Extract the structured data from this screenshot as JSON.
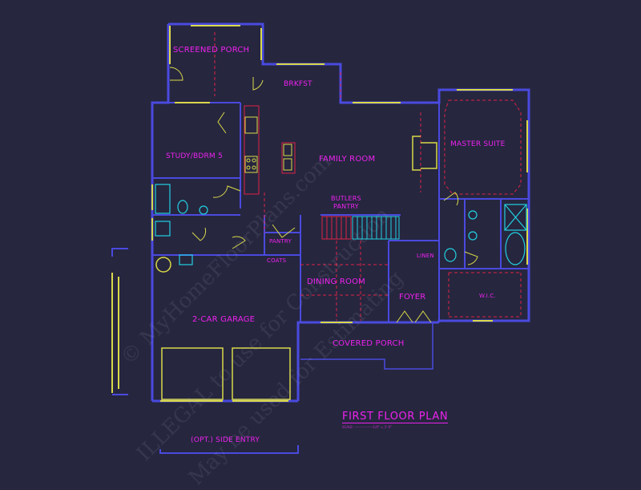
{
  "plan": {
    "title": "FIRST FLOOR PLAN",
    "scale": "SCALE: ----------------1/4\" = 1'-0\"",
    "rooms": {
      "screened_porch": "SCREENED PORCH",
      "brkfst": "BRKFST",
      "study": "STUDY/BDRM 5",
      "family": "FAMILY ROOM",
      "master": "MASTER SUITE",
      "butlers": "BUTLERS",
      "butlers_pantry": "PANTRY",
      "pantry": "PANTRY",
      "coats": "COATS",
      "linen": "LINEN",
      "dining": "DINING ROOM",
      "foyer": "FOYER",
      "wic": "W.I.C.",
      "garage": "2-CAR GARAGE",
      "covered_porch": "COVERED PORCH",
      "side_entry": "(OPT.) SIDE ENTRY"
    },
    "watermark": [
      "© MyHomeFloorPlans.com",
      "ILLEGAL to use for Construction",
      "May be used for Estimating"
    ]
  },
  "colors": {
    "background": "#26263f",
    "walls": "#4a4adf",
    "labels": "#ee22ee",
    "windows": "#d9d94a",
    "fixtures": "#22d0e0",
    "hidden": "#dd2244"
  }
}
